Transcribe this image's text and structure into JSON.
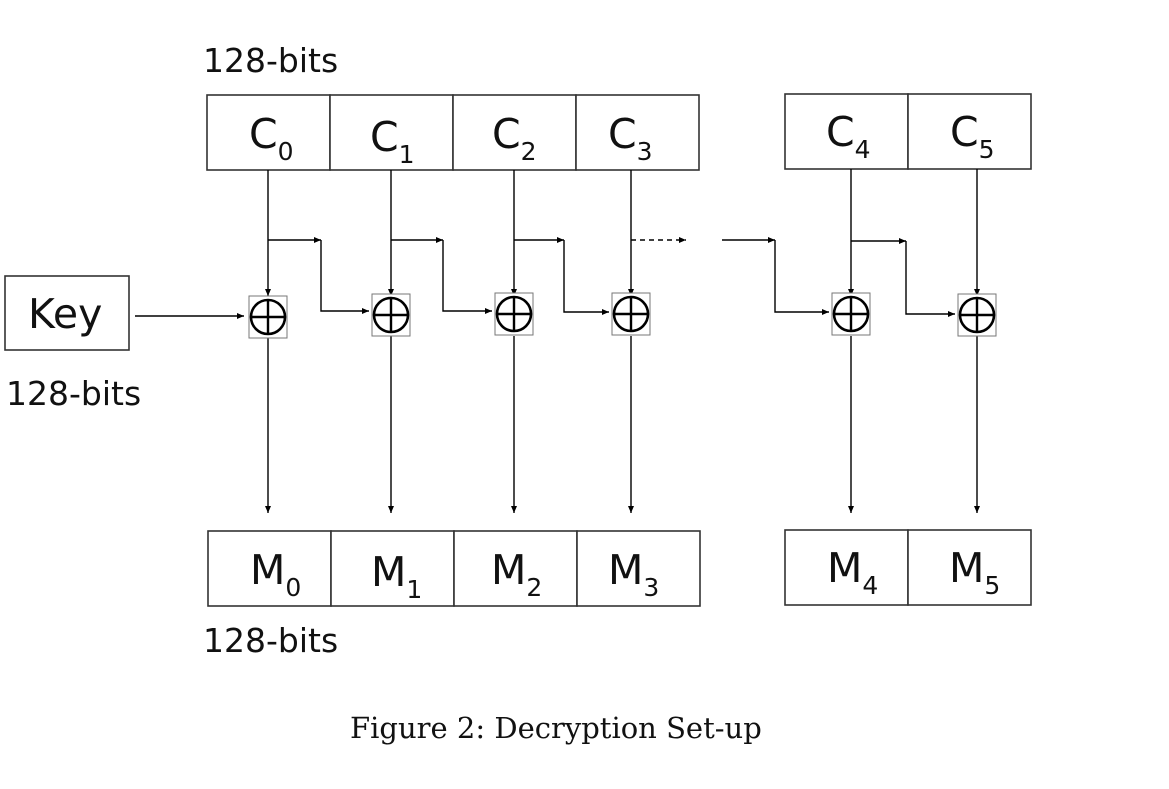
{
  "labels": {
    "top_bits": "128-bits",
    "key_bits": "128-bits",
    "bottom_bits": "128-bits"
  },
  "key": {
    "label": "Key"
  },
  "ciphertext_blocks": [
    {
      "main": "C",
      "sub": "0"
    },
    {
      "main": "C",
      "sub": "1"
    },
    {
      "main": "C",
      "sub": "2"
    },
    {
      "main": "C",
      "sub": "3"
    },
    {
      "main": "C",
      "sub": "4"
    },
    {
      "main": "C",
      "sub": "5"
    }
  ],
  "plaintext_blocks": [
    {
      "main": "M",
      "sub": "0"
    },
    {
      "main": "M",
      "sub": "1"
    },
    {
      "main": "M",
      "sub": "2"
    },
    {
      "main": "M",
      "sub": "3"
    },
    {
      "main": "M",
      "sub": "4"
    },
    {
      "main": "M",
      "sub": "5"
    }
  ],
  "caption": "Figure 2: Decryption Set-up"
}
